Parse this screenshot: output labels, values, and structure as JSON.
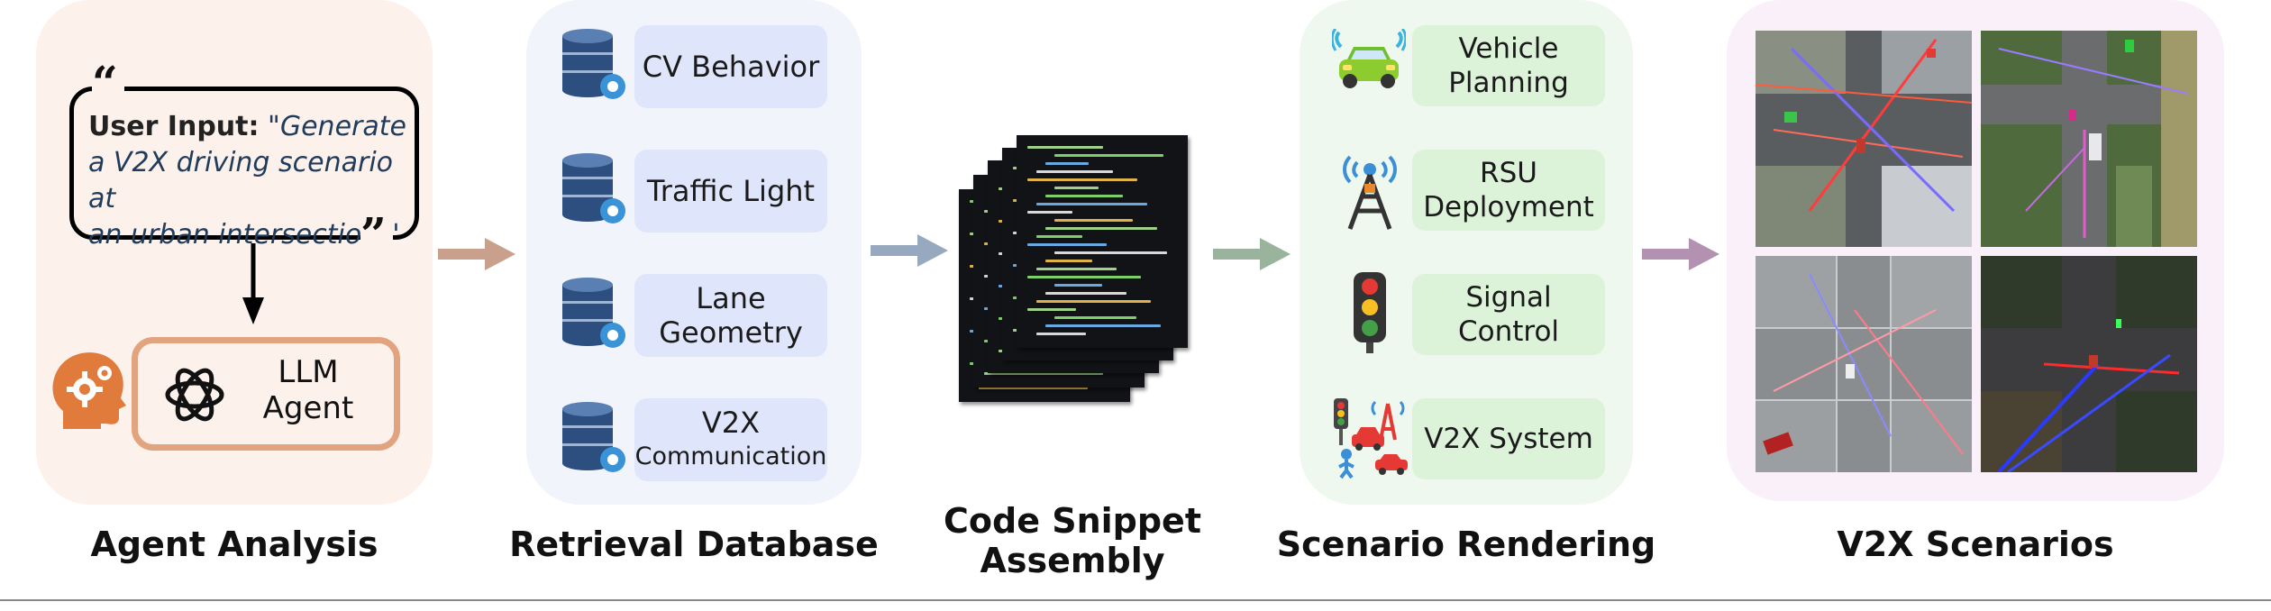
{
  "stages": {
    "agent_analysis": "Agent Analysis",
    "retrieval_database": "Retrieval Database",
    "code_snippet_line1": "Code Snippet",
    "code_snippet_line2": "Assembly",
    "scenario_rendering": "Scenario Rendering",
    "v2x_scenarios": "V2X Scenarios"
  },
  "agent": {
    "user_input_label": "User Input:",
    "user_input_line1": "\"Generate",
    "user_input_line2": "a V2X driving scenario at",
    "user_input_line3": "an urban intersection.\"",
    "llm_line1": "LLM",
    "llm_line2": "Agent"
  },
  "database": {
    "items": [
      {
        "line1": "CV Behavior",
        "line2": ""
      },
      {
        "line1": "Traffic Light",
        "line2": ""
      },
      {
        "line1": "Lane",
        "line2": "Geometry"
      },
      {
        "line1": "V2X",
        "line2": "Communication"
      }
    ]
  },
  "rendering": {
    "items": [
      {
        "line1": "Vehicle",
        "line2": "Planning",
        "icon": "connected-car-icon"
      },
      {
        "line1": "RSU",
        "line2": "Deployment",
        "icon": "rsu-tower-icon"
      },
      {
        "line1": "Signal",
        "line2": "Control",
        "icon": "traffic-light-icon"
      },
      {
        "line1": "V2X System",
        "line2": "",
        "icon": "v2x-system-icon"
      }
    ]
  },
  "colors": {
    "agent_panel": "#fdf1ec",
    "database_panel": "#f2f4fc",
    "rendering_panel": "#eff8ee",
    "scenarios_panel": "#faf0fa",
    "arrow_agent": "#c9a08b",
    "arrow_database": "#97a9bf",
    "arrow_code": "#9ab39c",
    "arrow_render": "#b391b0",
    "llm_border": "#e2a47e"
  }
}
